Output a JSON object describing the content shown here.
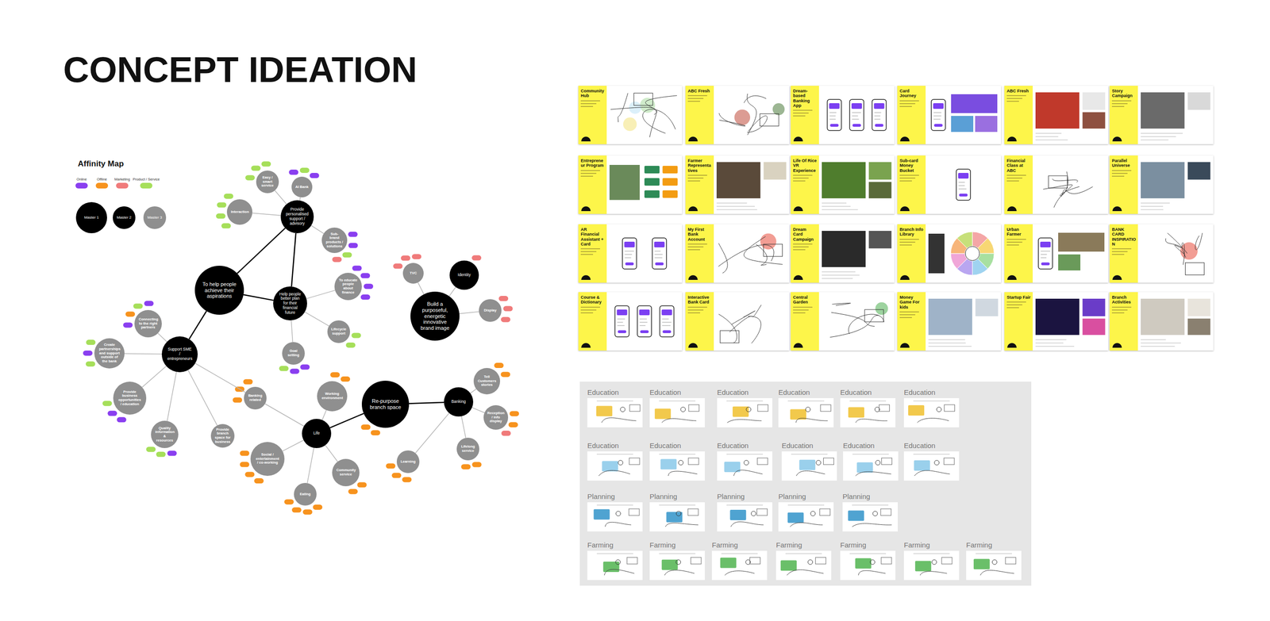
{
  "diagram": {
    "title": "CONCEPT IDEATION",
    "nodes": [
      {
        "text": [
          "To help people achieve their aspirations"
        ]
      },
      {
        "text": [
          "Provide personalised support / advisory"
        ]
      },
      {
        "text": [
          "Help people better plan for their financial future"
        ]
      },
      {
        "text": [
          "Support SME / entrepreneurs"
        ]
      },
      {
        "text": [
          "Build a purposeful, energetic innovative brand image"
        ]
      },
      {
        "text": [
          "Identity"
        ]
      },
      {
        "text": [
          "Re-purpose branch space"
        ]
      },
      {
        "text": [
          "Life"
        ]
      },
      {
        "text": [
          "Banking"
        ]
      },
      {
        "text": [
          "Easy / smart service"
        ]
      },
      {
        "text": [
          "AI Bank"
        ]
      },
      {
        "text": [
          "Interaction"
        ]
      },
      {
        "text": [
          "Sub-brand products / solutions"
        ]
      },
      {
        "text": [
          "To educate people about finance"
        ]
      },
      {
        "text": [
          "Lifecycle support"
        ]
      },
      {
        "text": [
          "Goal setting"
        ]
      },
      {
        "text": [
          "Connecting to the right partners"
        ]
      },
      {
        "text": [
          "Create partnerships and support outside of the bank"
        ]
      },
      {
        "text": [
          "Provide business opportunities / education"
        ]
      },
      {
        "text": [
          "Quality information & resources"
        ]
      },
      {
        "text": [
          "Provide branch space for business"
        ]
      },
      {
        "text": [
          "Banking related"
        ]
      },
      {
        "text": [
          "Working environment"
        ]
      },
      {
        "text": [
          "Social / entertainment / co-working"
        ]
      },
      {
        "text": [
          "Eating"
        ]
      },
      {
        "text": [
          "Community service"
        ]
      },
      {
        "text": [
          "Learning"
        ]
      },
      {
        "text": [
          "Lifelong service"
        ]
      },
      {
        "text": [
          "Tell Customers stories"
        ]
      },
      {
        "text": [
          "Reception / info display"
        ]
      },
      {
        "text": [
          "TVC"
        ]
      },
      {
        "text": [
          "Display"
        ]
      },
      {
        "text": [
          "Community Hub"
        ]
      },
      {
        "text": [
          "ABC Fresh"
        ]
      },
      {
        "text": [
          "Dream-based Banking App"
        ]
      },
      {
        "text": [
          "Card Journey"
        ]
      },
      {
        "text": [
          "ABC Fresh"
        ]
      },
      {
        "text": [
          "Story Campaign"
        ]
      },
      {
        "text": [
          "Entrepreneur Program"
        ]
      },
      {
        "text": [
          "Farmer Representatives"
        ]
      },
      {
        "text": [
          "Life Of Rice VR Experience"
        ]
      },
      {
        "text": [
          "Sub-card Money Bucket"
        ]
      },
      {
        "text": [
          "Financial Class at ABC"
        ]
      },
      {
        "text": [
          "Parallel Universe"
        ]
      },
      {
        "text": [
          "AR Financial Assistant + Card"
        ]
      },
      {
        "text": [
          "My First Bank Account"
        ]
      },
      {
        "text": [
          "Dream Card Campaign"
        ]
      },
      {
        "text": [
          "Branch Info Library"
        ]
      },
      {
        "text": [
          "Urban Farmer"
        ]
      },
      {
        "text": [
          "BANK CARD INSPIRATION"
        ]
      },
      {
        "text": [
          "Course & Dictionary"
        ]
      },
      {
        "text": [
          "Interactive Bank Card"
        ]
      },
      {
        "text": [
          "Central Garden"
        ]
      },
      {
        "text": [
          "Money Game For kids"
        ]
      },
      {
        "text": [
          "Startup Fair"
        ]
      },
      {
        "text": [
          "Branch Activities"
        ]
      },
      {
        "text": [
          "Education"
        ]
      },
      {
        "text": [
          "Education"
        ]
      },
      {
        "text": [
          "Education"
        ]
      },
      {
        "text": [
          "Education"
        ]
      },
      {
        "text": [
          "Education"
        ]
      },
      {
        "text": [
          "Education"
        ]
      },
      {
        "text": [
          "Education"
        ]
      },
      {
        "text": [
          "Education"
        ]
      },
      {
        "text": [
          "Education"
        ]
      },
      {
        "text": [
          "Education"
        ]
      },
      {
        "text": [
          "Education"
        ]
      },
      {
        "text": [
          "Education"
        ]
      },
      {
        "text": [
          "Planning"
        ]
      },
      {
        "text": [
          "Planning"
        ]
      },
      {
        "text": [
          "Planning"
        ]
      },
      {
        "text": [
          "Planning"
        ]
      },
      {
        "text": [
          "Planning"
        ]
      },
      {
        "text": [
          "Farming"
        ]
      },
      {
        "text": [
          "Farming"
        ]
      },
      {
        "text": [
          "Farming"
        ]
      },
      {
        "text": [
          "Farming"
        ]
      },
      {
        "text": [
          "Farming"
        ]
      },
      {
        "text": [
          "Farming"
        ]
      },
      {
        "text": [
          "Farming"
        ]
      }
    ],
    "edges": [
      {
        "from": 0,
        "to": 1,
        "arrow": "none"
      },
      {
        "from": 0,
        "to": 2,
        "arrow": "none"
      },
      {
        "from": 0,
        "to": 3,
        "arrow": "none"
      },
      {
        "from": 1,
        "to": 2,
        "arrow": "none"
      },
      {
        "from": 1,
        "to": 9,
        "arrow": "none"
      },
      {
        "from": 1,
        "to": 10,
        "arrow": "none"
      },
      {
        "from": 1,
        "to": 11,
        "arrow": "none"
      },
      {
        "from": 1,
        "to": 12,
        "arrow": "none"
      },
      {
        "from": 2,
        "to": 13,
        "arrow": "none"
      },
      {
        "from": 2,
        "to": 14,
        "arrow": "none"
      },
      {
        "from": 2,
        "to": 15,
        "arrow": "none"
      },
      {
        "from": 3,
        "to": 16,
        "arrow": "none"
      },
      {
        "from": 3,
        "to": 17,
        "arrow": "none"
      },
      {
        "from": 3,
        "to": 18,
        "arrow": "none"
      },
      {
        "from": 3,
        "to": 19,
        "arrow": "none"
      },
      {
        "from": 3,
        "to": 20,
        "arrow": "none"
      },
      {
        "from": 3,
        "to": 21,
        "arrow": "none"
      },
      {
        "from": 4,
        "to": 5,
        "arrow": "none"
      },
      {
        "from": 4,
        "to": 30,
        "arrow": "none"
      },
      {
        "from": 4,
        "to": 31,
        "arrow": "none"
      },
      {
        "from": 6,
        "to": 7,
        "arrow": "none"
      },
      {
        "from": 6,
        "to": 8,
        "arrow": "none"
      },
      {
        "from": 7,
        "to": 21,
        "arrow": "none"
      },
      {
        "from": 7,
        "to": 22,
        "arrow": "none"
      },
      {
        "from": 7,
        "to": 23,
        "arrow": "none"
      },
      {
        "from": 7,
        "to": 24,
        "arrow": "none"
      },
      {
        "from": 7,
        "to": 25,
        "arrow": "none"
      },
      {
        "from": 8,
        "to": 26,
        "arrow": "none"
      },
      {
        "from": 8,
        "to": 27,
        "arrow": "none"
      },
      {
        "from": 8,
        "to": 28,
        "arrow": "none"
      },
      {
        "from": 8,
        "to": 29,
        "arrow": "none"
      }
    ],
    "labels": [
      "Affinity Map"
    ],
    "legend": [
      {
        "text": "Online",
        "color": "#8a3ff0"
      },
      {
        "text": "Offline",
        "color": "#f7931e"
      },
      {
        "text": "Marketing",
        "color": "#f07b7b"
      },
      {
        "text": "Product / Service",
        "color": "#a6df5a"
      },
      {
        "text": "Master 1"
      },
      {
        "text": "Master 2"
      },
      {
        "text": "Master 3"
      }
    ]
  }
}
